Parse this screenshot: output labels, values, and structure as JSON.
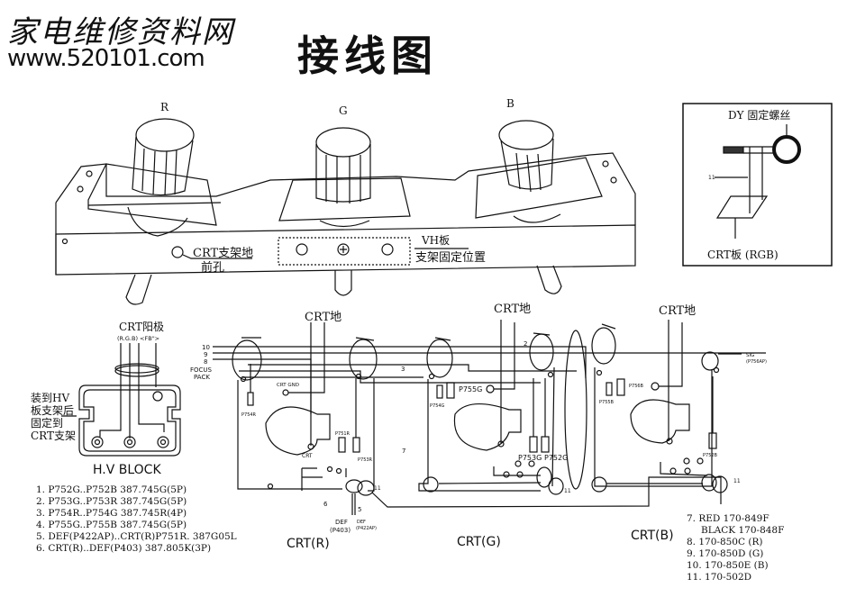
{
  "header": {
    "site_name": "家电维修资料网",
    "site_url": "www.520101.com",
    "title": "接线图"
  },
  "top_assembly": {
    "gun_labels": [
      "R",
      "G",
      "B"
    ],
    "crt_bracket_ground_hole": [
      "CRT支架地",
      "前孔"
    ],
    "vh_board_label": "VH板",
    "vh_bracket_position": "支架固定位置"
  },
  "inset": {
    "dy_screw_label": "DY 固定螺丝",
    "wire_number": "11",
    "crt_board_label": "CRT板 (RGB)"
  },
  "hv_block": {
    "anode_label": "CRT阳极",
    "anode_sub_label": "(R.G.B)  <FB\">",
    "mount_note": [
      "装到HV",
      "板支架后",
      "固定到",
      "CRT支架"
    ],
    "block_label": "H.V BLOCK"
  },
  "boards": {
    "crt_gnd_label": "CRT地",
    "wire_numbers_left": [
      "10",
      "9",
      "8"
    ],
    "focus_pack_label": [
      "FOCUS",
      "PACK"
    ],
    "crt_gnd_small": "CRT GND",
    "crt_small": "CRT",
    "connectors": {
      "r": [
        "P754R",
        "P751R",
        "P753R"
      ],
      "g": [
        "P755G",
        "P754G",
        "P753G",
        "P752G"
      ],
      "b": [
        "P756B",
        "P755B",
        "P752B"
      ]
    },
    "sig_label": [
      "SIG",
      "(P756AP)"
    ],
    "def_labels": [
      [
        "DEF",
        "(P403)"
      ],
      [
        "DEF",
        "(P422AP)"
      ]
    ],
    "wire_numbers": {
      "w2": "2",
      "w3": "3",
      "w5": "5",
      "w6": "6",
      "w7": "7",
      "w11": "11"
    },
    "board_names": [
      "CRT(R)",
      "CRT(G)",
      "CRT(B)"
    ]
  },
  "parts_list": [
    "1. P752G..P752B   387.745G(5P)",
    "2. P753G..P753R   387.745G(5P)",
    "3. P754R..P754G   387.745R(4P)",
    "4. P755G..P755B   387.745G(5P)",
    "5. DEF(P422AP)..CRT(R)P751R. 387G05L",
    "6. CRT(R)..DEF(P403)  387.805K(3P)"
  ],
  "wire_list": [
    "7. RED 170-849F",
    "BLACK 170-848F",
    "8. 170-850C (R)",
    "9. 170-850D (G)",
    "10. 170-850E (B)",
    "11. 170-502D"
  ]
}
